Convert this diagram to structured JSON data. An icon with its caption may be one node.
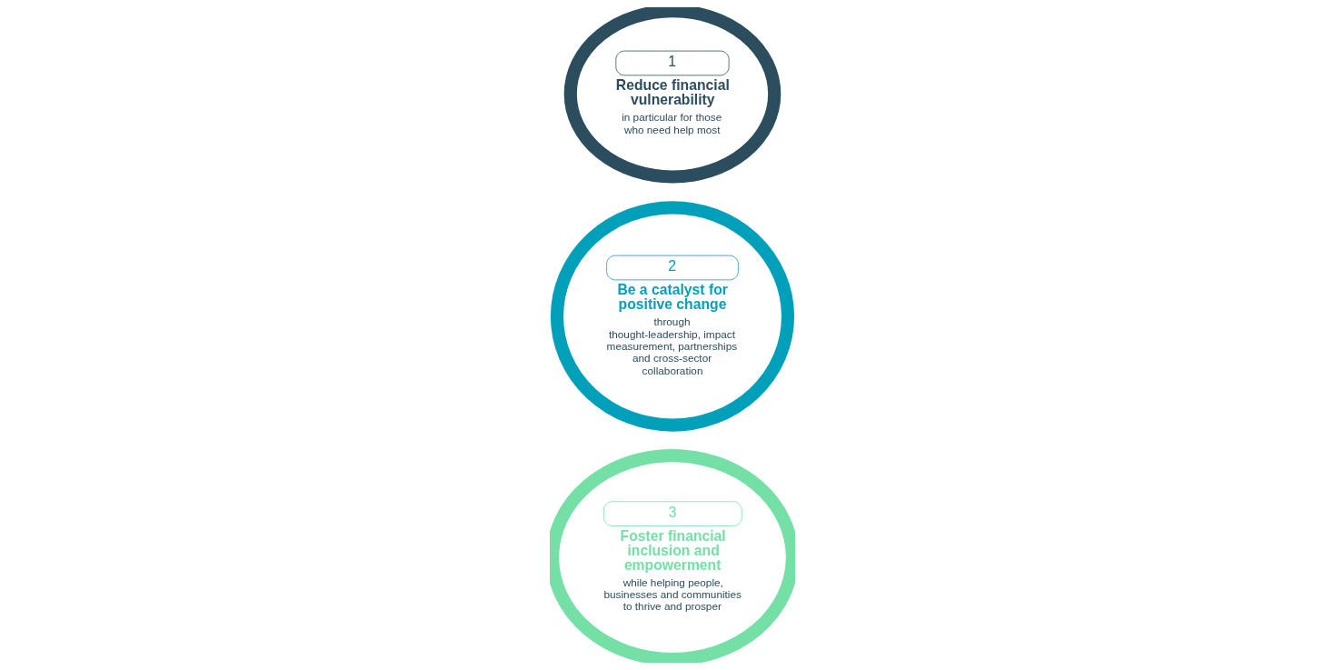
{
  "diagram": {
    "nodes": [
      {
        "text": [
          "1",
          "Reduce financial vulnerability",
          "in particular for those who need help most"
        ]
      },
      {
        "text": [
          "2",
          "Be a catalyst for positive change",
          "through thought-leadership, impact measurement, partnerships and cross-sector collaboration"
        ]
      },
      {
        "text": [
          "3",
          "Foster financial inclusion and empowerment",
          "while helping people, businesses and communities to thrive and prosper"
        ]
      }
    ],
    "edges": []
  }
}
